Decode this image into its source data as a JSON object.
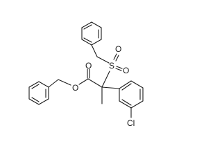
{
  "molecule": {
    "atom_labels": {
      "carbonyl_oxygen": "O",
      "ester_oxygen": "O",
      "sulfonyl_sulfur": "S",
      "sulfonyl_oxygen_1": "O",
      "sulfonyl_oxygen_2": "O",
      "chlorine": "Cl"
    }
  }
}
